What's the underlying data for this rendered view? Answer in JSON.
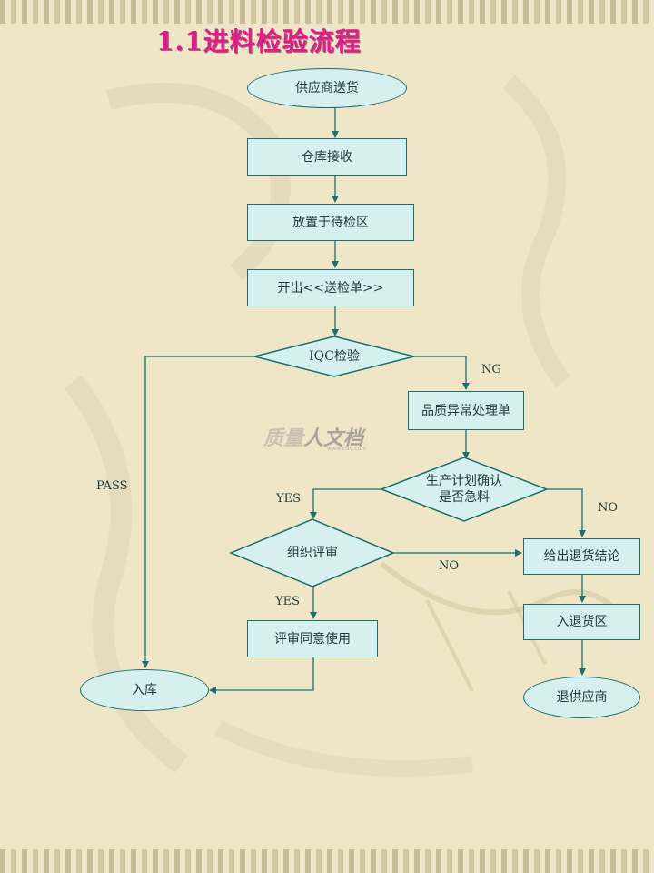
{
  "title": "1.1进料检验流程",
  "nodes": {
    "supplier_delivery": "供应商送货",
    "warehouse_receive": "仓库接收",
    "place_pending": "放置于待检区",
    "issue_form": "开出<<送检单>>",
    "iqc": "IQC检验",
    "quality_abnormal": "品质异常处理单",
    "plan_confirm": "生产计划确认\n是否急料",
    "org_review": "组织评审",
    "review_approve": "评审同意使用",
    "store_in": "入库",
    "return_conclusion": "给出退货结论",
    "return_area": "入退货区",
    "return_supplier": "退供应商"
  },
  "edge_labels": {
    "ng": "NG",
    "pass": "PASS",
    "yes_plan": "YES",
    "no_plan": "NO",
    "no_review": "NO",
    "yes_review": "YES"
  },
  "watermark": {
    "part_a": "质量",
    "part_b": "人文档",
    "url": "www.zl99.com"
  },
  "colors": {
    "title": "#e6198c",
    "node_fill": "#d6efef",
    "node_stroke": "#1a6f6f",
    "background": "#efe6c8"
  }
}
